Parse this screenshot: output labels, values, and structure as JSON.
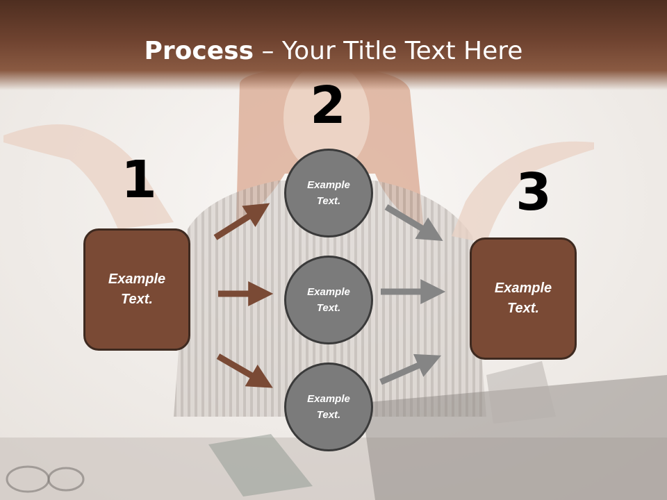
{
  "title": {
    "bold": "Process",
    "rest": " – Your Title Text Here"
  },
  "numbers": {
    "one": "1",
    "two": "2",
    "three": "3"
  },
  "left_box": {
    "label": "Example Text."
  },
  "right_box": {
    "label": "Example Text."
  },
  "circles": [
    {
      "label": "Example Text."
    },
    {
      "label": "Example Text."
    },
    {
      "label": "Example Text."
    }
  ],
  "colors": {
    "header": "#6f4330",
    "box_fill": "#7a4a35",
    "box_border": "#3e2a20",
    "circle_fill": "#7b7b7b",
    "circle_border": "#3a3a3a",
    "arrow_brown": "#7a4a35",
    "arrow_gray": "#858585"
  }
}
